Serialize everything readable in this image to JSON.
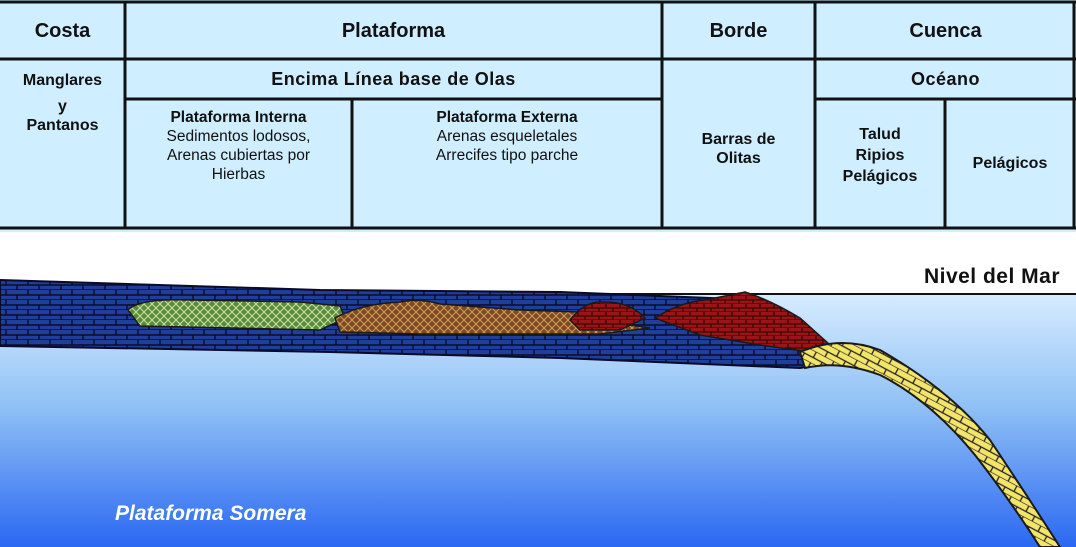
{
  "header": {
    "costa": "Costa",
    "plataforma": "Plataforma",
    "borde": "Borde",
    "cuenca": "Cuenca"
  },
  "row2": {
    "manglares": "Manglares",
    "y": "y",
    "pantanos": "Pantanos",
    "encima": "Encima Línea base de  Olas",
    "oceano": "Océano"
  },
  "plataforma_interna": {
    "title": "Plataforma Interna",
    "line1": "Sedimentos lodosos,",
    "line2": "Arenas cubiertas por",
    "line3": "Hierbas"
  },
  "plataforma_externa": {
    "title": "Plataforma Externa",
    "line1": "Arenas esqueletales",
    "line2": "Arrecifes tipo parche"
  },
  "borde": {
    "line1": "Barras de",
    "line2": "Olitas"
  },
  "talud": {
    "line1": "Talud",
    "line2": "Ripios",
    "line3": "Pelágicos"
  },
  "pelagicos": "Pelágicos",
  "labels": {
    "nivel_mar": "Nivel del Mar",
    "plataforma_somera": "Plataforma Somera"
  },
  "colors": {
    "table_bg": "#cfeeff",
    "sea_top": "#dcefff",
    "sea_bottom": "#2f6ef5",
    "limestone": "#1f3f9a",
    "green_sed": "#5a8a3c",
    "brown_sed": "#8a5a2a",
    "red_reef": "#a01818",
    "yellow_slope": "#f3e46a"
  }
}
